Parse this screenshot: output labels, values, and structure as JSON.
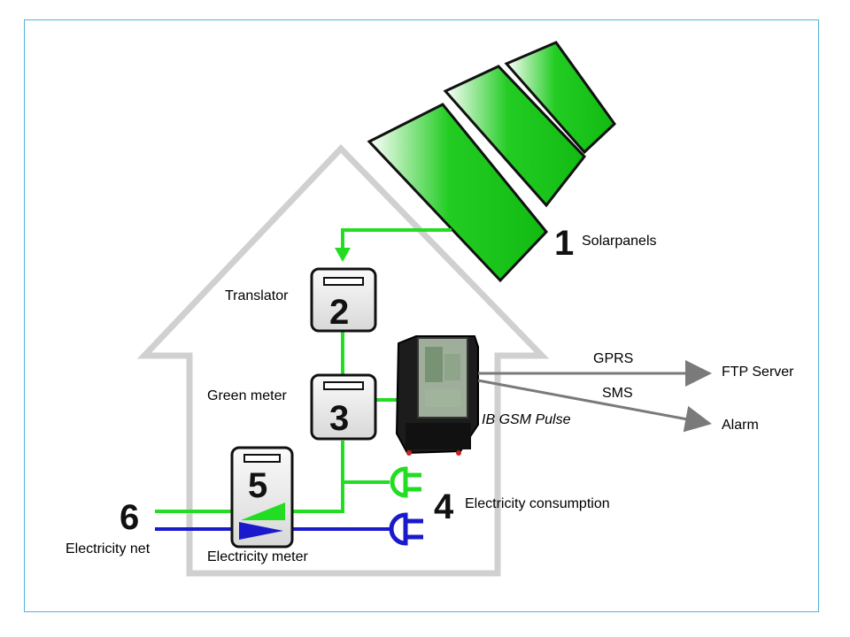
{
  "labels": {
    "solarpanels": "Solarpanels",
    "translator": "Translator",
    "green_meter": "Green meter",
    "electricity_consumption": "Electricity consumption",
    "electricity_meter": "Electricity meter",
    "electricity_net": "Electricity net",
    "device": "IB GSM Pulse",
    "gprs": "GPRS",
    "sms": "SMS",
    "ftp_server": "FTP Server",
    "alarm": "Alarm"
  },
  "numbers": {
    "n1": "1",
    "n2": "2",
    "n3": "3",
    "n4": "4",
    "n5": "5",
    "n6": "6"
  },
  "colors": {
    "frame": "#4fb3d9",
    "house_outline": "#cfcfcf",
    "green_line": "#22dd22",
    "blue_line": "#1a1acc",
    "arrow_gray": "#7a7a7a",
    "panel_green": "#22cc22"
  }
}
